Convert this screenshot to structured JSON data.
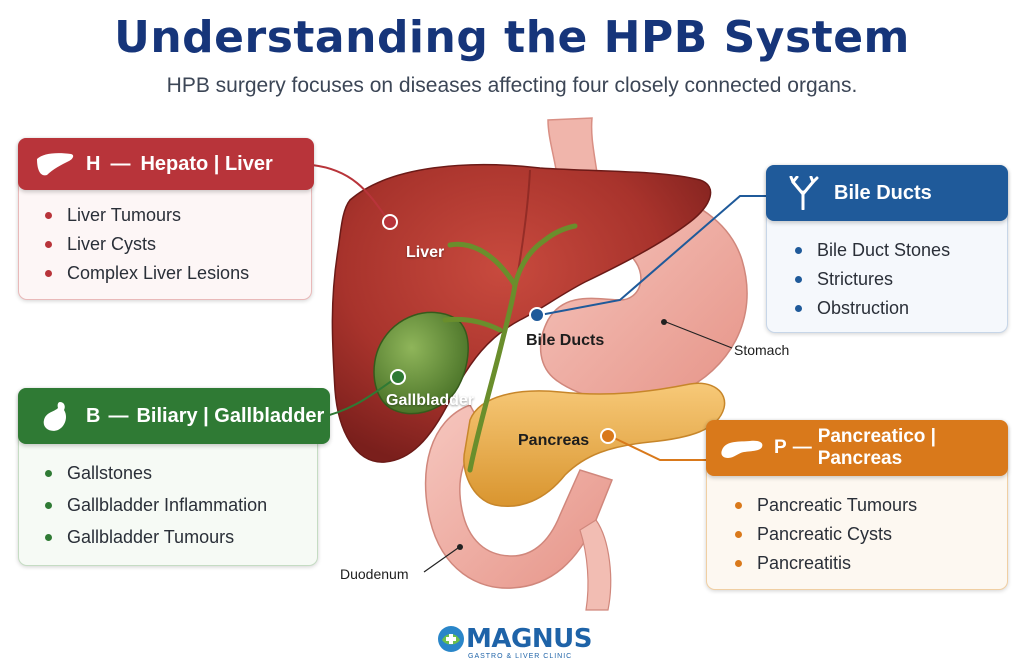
{
  "title": "Understanding the HPB System",
  "subtitle": "HPB surgery focuses on diseases affecting four closely connected organs.",
  "cards": {
    "liver": {
      "letter": "H",
      "dash": "—",
      "heading": "Hepato | Liver",
      "icon": "liver-icon",
      "color": "#b8343a",
      "items": [
        "Liver Tumours",
        "Liver Cysts",
        "Complex Liver Lesions"
      ]
    },
    "biliary": {
      "letter": "B",
      "dash": "—",
      "heading": "Biliary | Gallbladder",
      "icon": "gallbladder-icon",
      "color": "#2f7a34",
      "items": [
        "Gallstones",
        "Gallbladder Inflammation",
        "Gallbladder Tumours"
      ]
    },
    "ducts": {
      "heading": "Bile Ducts",
      "icon": "bile-duct-icon",
      "color": "#1f5a9a",
      "items": [
        "Bile Duct Stones",
        "Strictures",
        "Obstruction"
      ]
    },
    "pancreas": {
      "letter": "P",
      "dash": "—",
      "heading": "Pancreatico | Pancreas",
      "icon": "pancreas-icon",
      "color": "#d9791b",
      "items": [
        "Pancreatic Tumours",
        "Pancreatic Cysts",
        "Pancreatitis"
      ]
    }
  },
  "organ_labels": {
    "liver": "Liver",
    "bile_ducts": "Bile Ducts",
    "gallbladder": "Gallbladder",
    "pancreas": "Pancreas",
    "stomach": "Stomach",
    "duodenum": "Duodenum"
  },
  "logo": {
    "name": "MAGNUS",
    "tagline": "GASTRO & LIVER CLINIC"
  }
}
